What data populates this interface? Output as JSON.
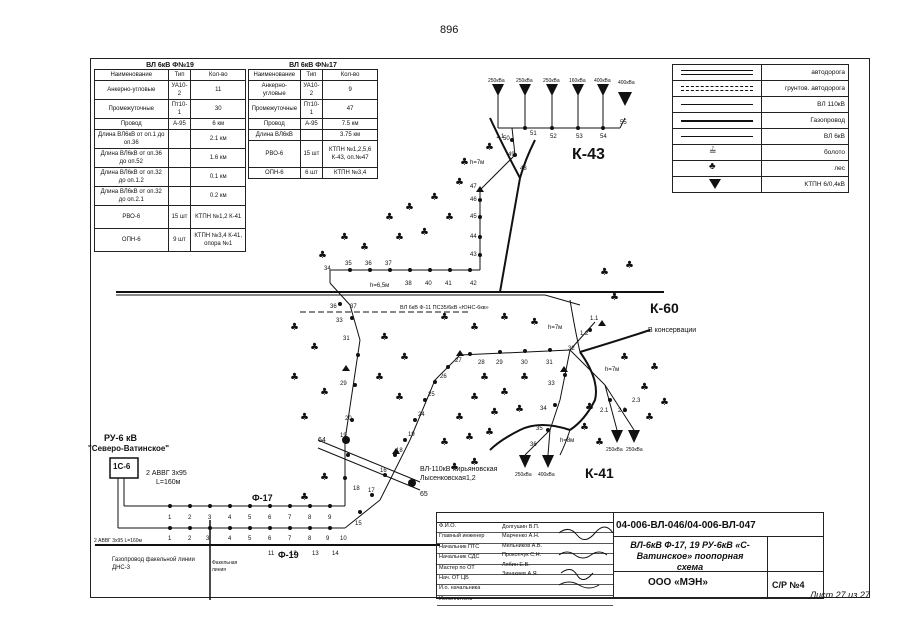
{
  "page_number": "896",
  "table19": {
    "title": "ВЛ 6кВ Ф№19",
    "headers": [
      "Наименование",
      "Тип",
      "Кол-во"
    ],
    "rows": [
      [
        "Анкерно-угловые",
        "УА10-2",
        "11"
      ],
      [
        "Промежуточные",
        "Пт10-1",
        "30"
      ],
      [
        "Провод",
        "А-95",
        "6 км"
      ],
      [
        "Длина ВЛ6кВ от оп.1 до оп.36",
        "",
        "2.1 км"
      ],
      [
        "Длина ВЛ6кВ от оп.36 до оп.52",
        "",
        "1.6 км"
      ],
      [
        "Длина ВЛ6кВ от оп.32 до оп.1.2",
        "",
        "0.1 км"
      ],
      [
        "Длина ВЛ6кВ от оп.32 до оп.2.1",
        "",
        "0.2 км"
      ],
      [
        "РВО-6",
        "15 шт",
        "КТПН №1,2 К-41"
      ],
      [
        "ОПН-6",
        "9 шт",
        "КТПН №3,4 К-41, опора №1"
      ]
    ]
  },
  "table17": {
    "title": "ВЛ 6кВ Ф№17",
    "headers": [
      "Наименование",
      "Тип",
      "Кол-во"
    ],
    "rows": [
      [
        "Анкерно-угловые",
        "УА10-2",
        "9"
      ],
      [
        "Промежуточные",
        "Пт10-1",
        "47"
      ],
      [
        "Провод",
        "А-95",
        "7.5 км"
      ],
      [
        "Длина ВЛ6кВ",
        "",
        "3.75 км"
      ],
      [
        "РВО-6",
        "15 шт",
        "КТПН №1,2,5,6 К-43, оп.№47"
      ],
      [
        "ОПН-6",
        "6 шт",
        "КТПН №3,4"
      ]
    ]
  },
  "legend": {
    "items": [
      "автодорога",
      "грунтов. автодорога",
      "ВЛ 110кВ",
      "Газопровод",
      "ВЛ 6кВ",
      "болото",
      "лес",
      "КТПН 6/0,4кВ"
    ]
  },
  "labels": {
    "k43": "К-43",
    "k60": "К-60",
    "k60_note": "В консервации",
    "k41": "К-41",
    "ru_title": "РУ-6 кВ",
    "ru_name": "\"Северо-Ватинское\"",
    "ru_box": "1С-6",
    "cable": "2 АВВГ 3х95",
    "cable_len": "L=160м",
    "cable2": "2 АВВГ 3х95 L=160м",
    "f17": "Ф-17",
    "f19": "Ф-19",
    "vl110": "ВЛ-110кВ Кирьяновская Лысенковская1,2",
    "gas": "Газопровод факельной линии ДНС-3",
    "gas2": "Факельная линия",
    "vl_crossing": "ВЛ 6кВ Ф-11 ПС35/6кВ «ЮНС-6кв»",
    "op65": "65",
    "op64": "64",
    "h7a": "h=7м",
    "h7b": "h=7м",
    "h7c": "h=7м",
    "h8": "h=8м",
    "h65": "h=6,5м",
    "tp_k43": [
      "250кВа",
      "250кВа",
      "250кВа",
      "160кВа",
      "400кВа",
      "400кВа"
    ],
    "tp_k41_a": [
      "250кВа",
      "400кВа"
    ],
    "tp_k41_b": [
      "250кВа",
      "250кВа"
    ]
  },
  "stamp": {
    "left_rows": [
      "Ф.И.О.",
      "Главный инженер",
      "Начальник ПТС",
      "Начальник СДС",
      "Мастер по ОТ",
      "Нач. ОТ ЦБ",
      "И.о. начальника",
      "Исполнитель"
    ],
    "names": [
      "Долгушин В.П.",
      "Марченко А.Н.",
      "Мельников А.В.",
      "Прокопчук С.Н.",
      "Лябин Е.В.",
      "Зинакиев А.Я."
    ],
    "doc_number": "04-006-ВЛ-046/04-006-ВЛ-047",
    "title": "ВЛ-6кВ Ф-17, 19 РУ-6кВ «С-Ватинское» поопорная схема",
    "org": "ООО «МЭН»",
    "sheet": "С/Р №4",
    "sheet_of": "Лист 27 из 27"
  }
}
